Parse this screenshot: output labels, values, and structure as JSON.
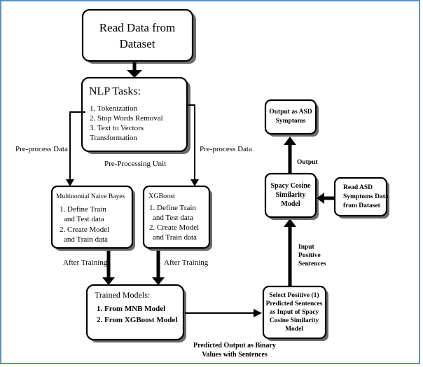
{
  "boxes": {
    "read_data": {
      "lines": [
        "Read Data from",
        "Dataset"
      ]
    },
    "nlp": {
      "title": "NLP Tasks:",
      "items": [
        "1. Tokenization",
        "2. Stop Words Removal",
        "3. Text to Vectors",
        "Transformation"
      ]
    },
    "mnb": {
      "title": "Multinomial Naive Bayes",
      "items": [
        "1. Define Train",
        "and Test data",
        "2. Create Model",
        "and Train data"
      ]
    },
    "xgb": {
      "title": "XGBoost",
      "items": [
        "1. Define Train",
        "and Test data",
        "2. Create Model",
        "and Train data"
      ]
    },
    "trained": {
      "title": "Trained Models:",
      "items": [
        "1. From MNB Model",
        "2. From XGBoost Model"
      ]
    },
    "select": {
      "lines": [
        "Select Positive (1)",
        "Predicted Sentences",
        "as Input of Spacy",
        "Cosine Similarity",
        "Model"
      ]
    },
    "spacy": {
      "lines": [
        "Spacy Cosine",
        "Similarity",
        "Model"
      ]
    },
    "output": {
      "lines": [
        "Output as ASD",
        "Symptoms"
      ]
    },
    "asd_data": {
      "lines": [
        "Read ASD",
        "Symptoms Data",
        "from Dataset"
      ]
    }
  },
  "labels": {
    "preprocess_left": "Pre-process Data",
    "preprocess_right": "Pre-process Data",
    "preprocessing_unit": "Pre-Processing Unit",
    "after_training_left": "After Training",
    "after_training_right": "After Training",
    "predicted_output": [
      "Predicted Output as Binary",
      "Values with Sentences"
    ],
    "input_positive": [
      "Input",
      "Positive",
      "Sentences"
    ],
    "output": "Output"
  }
}
